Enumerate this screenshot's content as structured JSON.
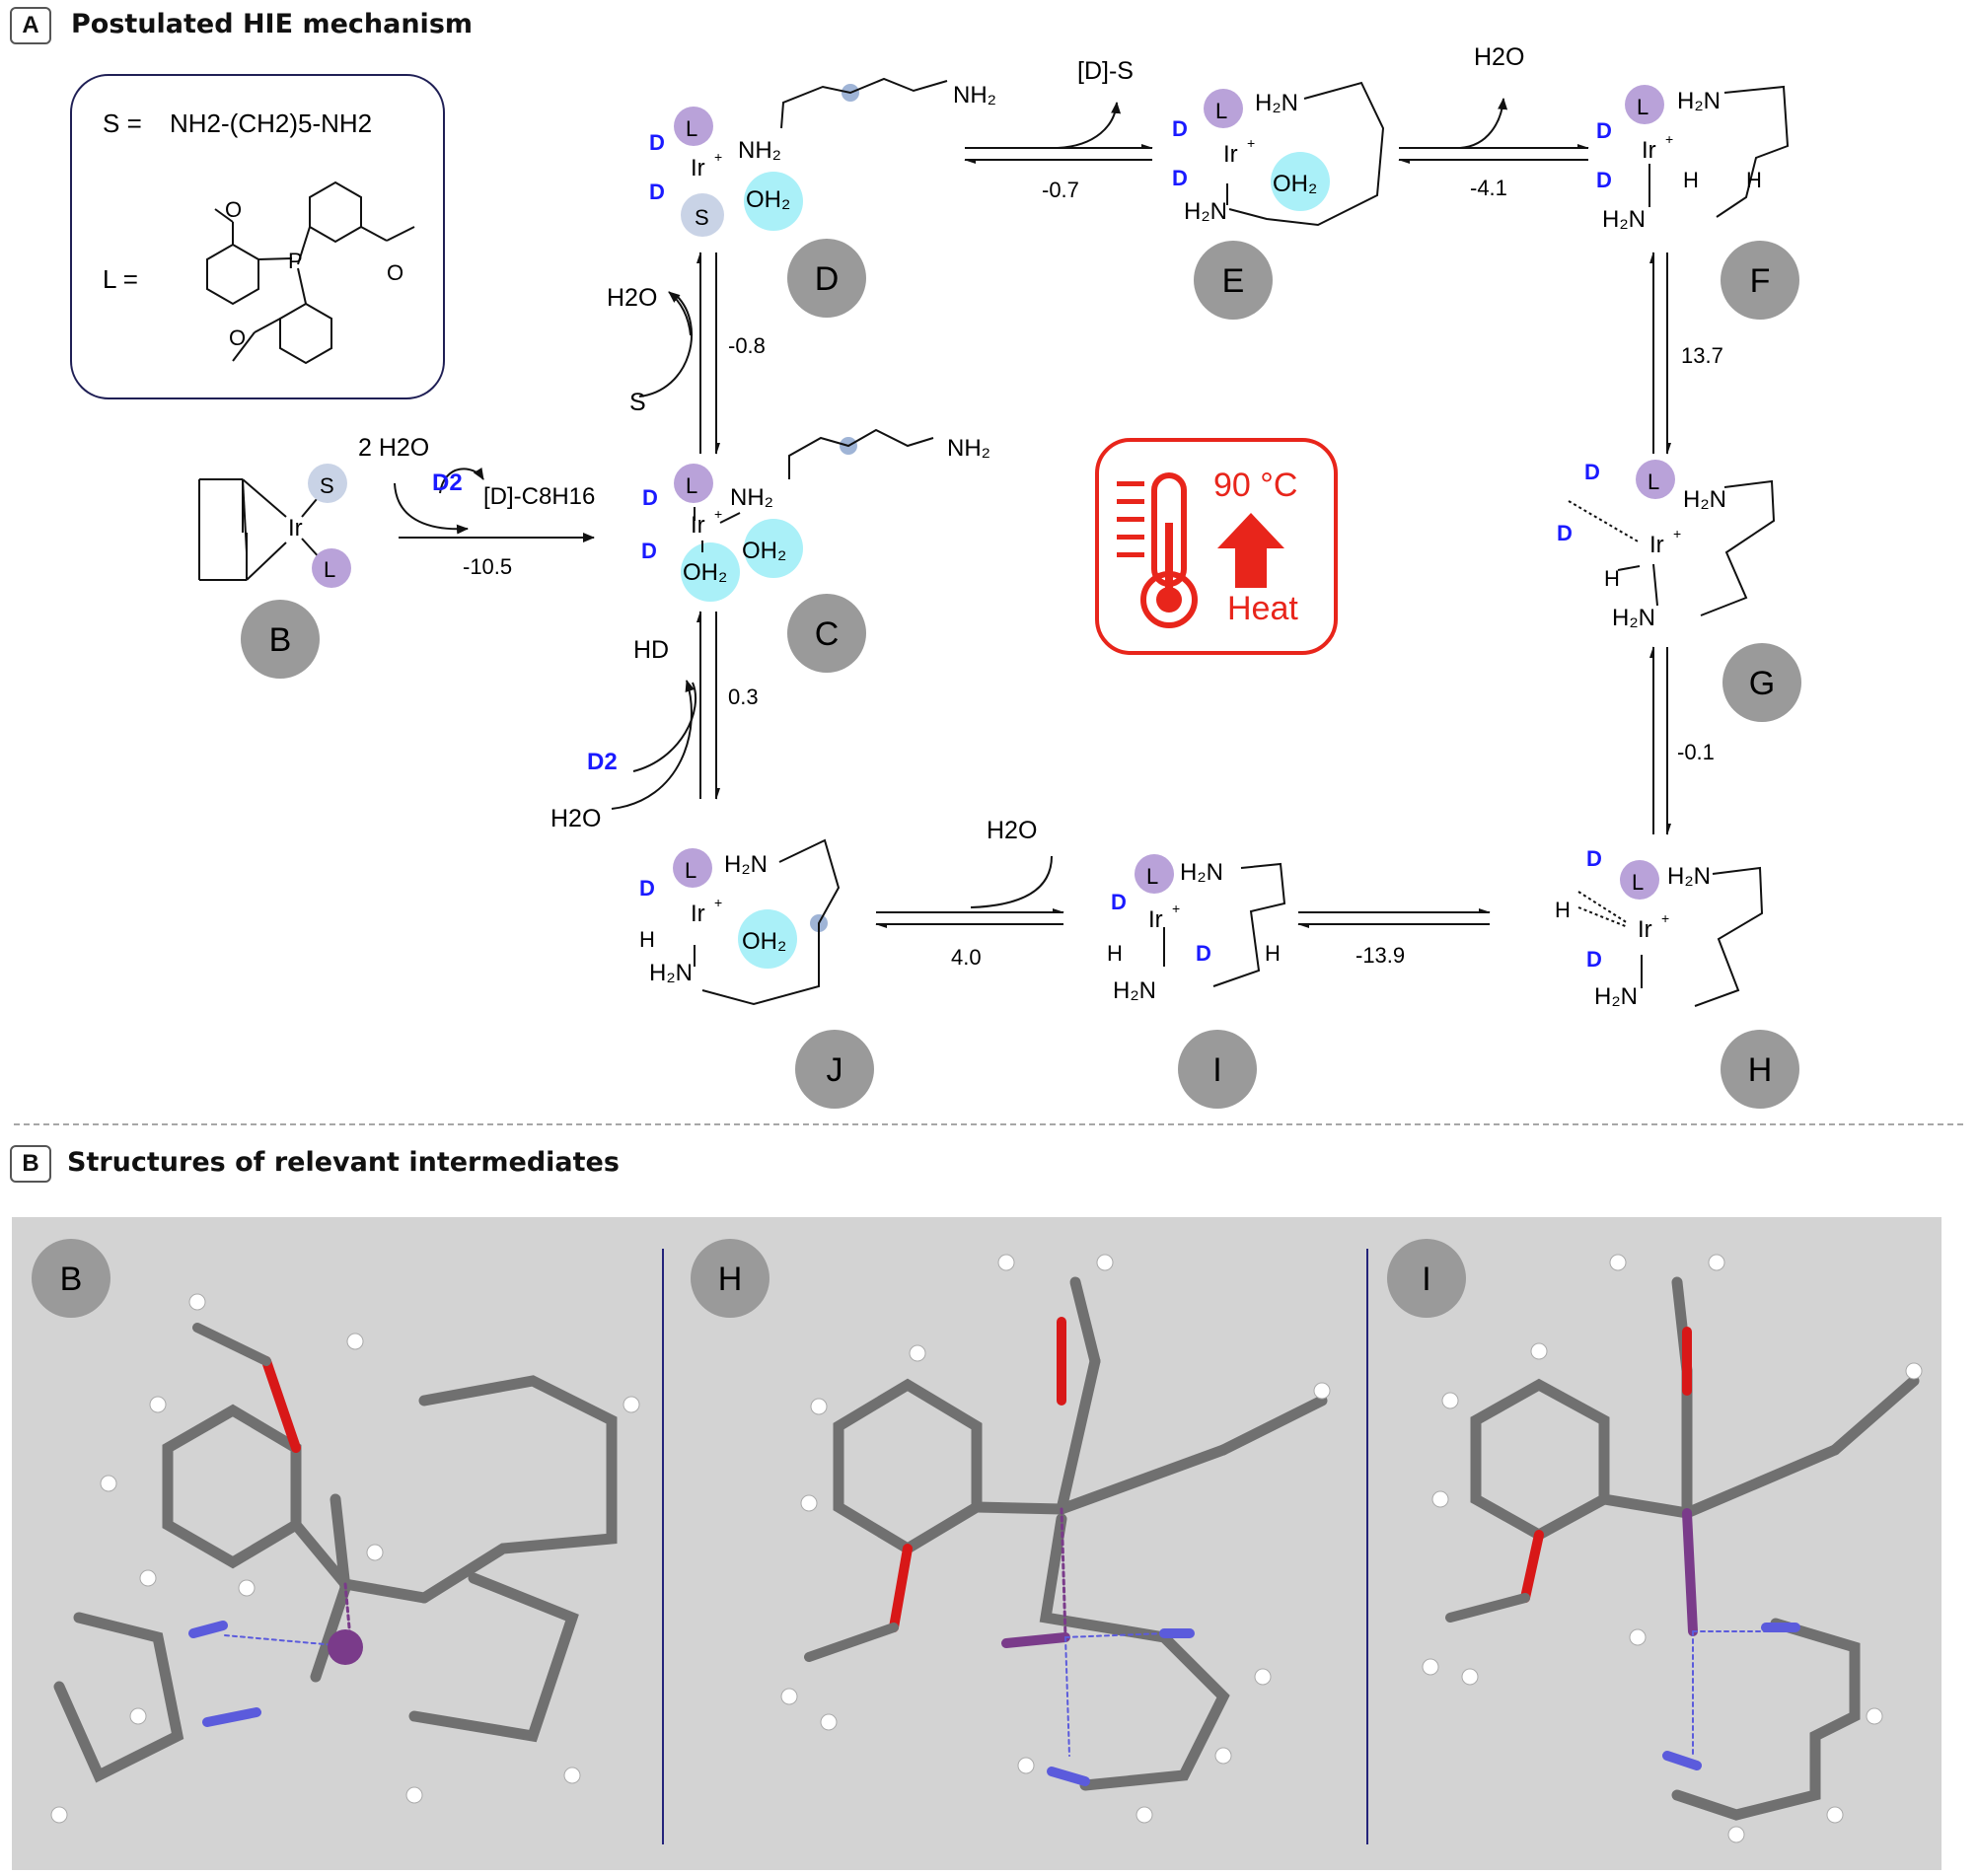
{
  "panel_a": {
    "letter": "A",
    "title": "Postulated HIE mechanism",
    "legend": {
      "s_def_prefix": "S =",
      "s_def": "NH2-(CH2)5-NH2",
      "l_def_prefix": "L ="
    },
    "temperature": {
      "value": "90 °C",
      "caption": "Heat"
    },
    "species": {
      "B": "B",
      "C": "C",
      "D": "D",
      "E": "E",
      "F": "F",
      "G": "G",
      "H": "H",
      "I": "I",
      "J": "J"
    },
    "energies": {
      "b_c": "-10.5",
      "c_d": "-0.8",
      "c_j": "0.3",
      "d_e": "-0.7",
      "e_f": "-4.1",
      "f_g": "13.7",
      "g_h": "-0.1",
      "h_i": "-13.9",
      "i_j": "4.0"
    },
    "reagents": {
      "b_c_in": "2 H2O",
      "b_c_d2": "D2",
      "b_c_out": "[D]-C8H16",
      "c_d_out": "H2O",
      "c_d_in": "S",
      "c_j_out": "HD",
      "c_j_in_d2": "D2",
      "c_j_in_h2o": "H2O",
      "d_e_out": "[D]-S",
      "e_f_out": "H2O",
      "i_j_in": "H2O"
    }
  },
  "panel_b": {
    "letter": "B",
    "title": "Structures of relevant intermediates",
    "structures": [
      "B",
      "H",
      "I"
    ]
  },
  "colors": {
    "deuterium_blue": "#1a1aff",
    "ligand_purple": "#b9a2d9",
    "water_cyan": "#aaf0f8",
    "label_circle_gray": "#9a9a9a",
    "heat_red": "#e8251b",
    "iridium_purple": "#7a3b8a",
    "nitrogen_blue": "#5b5bdc",
    "oxygen_red": "#d81818"
  }
}
